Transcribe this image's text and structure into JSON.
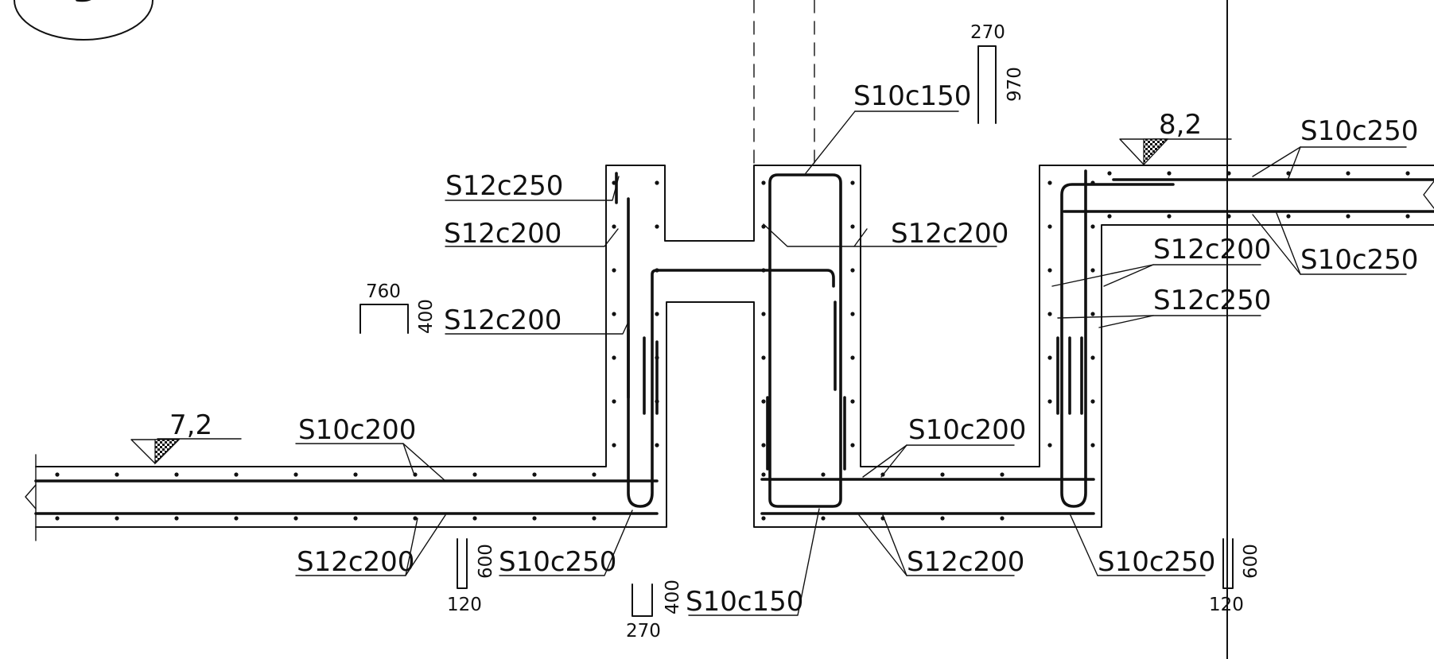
{
  "labels": {
    "rebar_top_left_1": "S12c250",
    "rebar_top_left_2": "S12c200",
    "rebar_left_mid": "S12c200",
    "rebar_bottom_left_top": "S10c200",
    "rebar_bottom_left_bottom": "S12c200",
    "rebar_bottom_u_left": "S10c250",
    "rebar_bottom_u_center": "S10c150",
    "rebar_top_center": "S10c150",
    "rebar_center_right": "S12c200",
    "rebar_bottom_center_top": "S10c200",
    "rebar_bottom_center_bottom": "S12c200",
    "rebar_right_wall_1": "S12c200",
    "rebar_right_wall_2": "S12c250",
    "rebar_right_slab_top": "S10c250",
    "rebar_right_slab_bottom": "S10c250",
    "rebar_bottom_right": "S10c250"
  },
  "levels": {
    "left": "7,2",
    "right": "8,2"
  },
  "bar_shapes": {
    "shape_top_width": "270",
    "shape_top_height": "970",
    "shape_left_width": "760",
    "shape_left_height": "400",
    "shape_bl_height": "600",
    "shape_bl_width": "120",
    "shape_bc_height": "400",
    "shape_bc_width": "270",
    "shape_br_height": "600",
    "shape_br_width": "120"
  },
  "colors": {
    "ink": "#111111",
    "background": "#ffffff",
    "hatch": "#111111"
  }
}
